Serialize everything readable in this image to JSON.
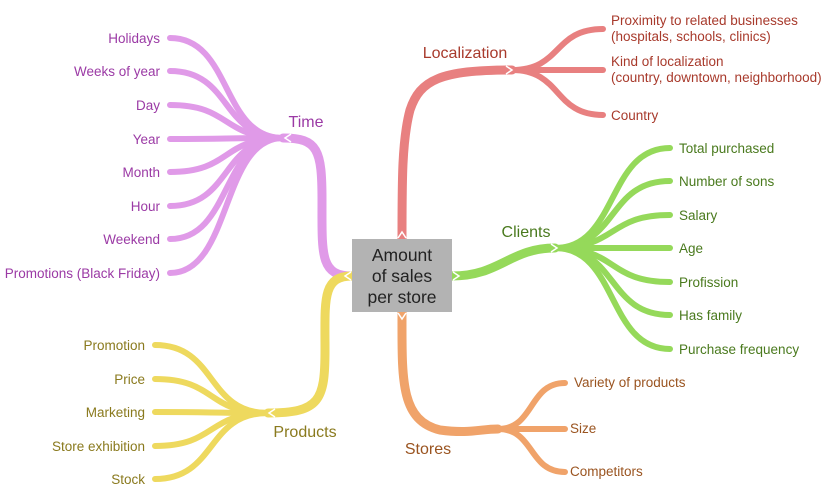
{
  "center": {
    "lines": [
      "Amount",
      "of sales",
      "per store"
    ],
    "box_color": "#b3b3b3"
  },
  "branches": {
    "time": {
      "label": "Time",
      "color": "#e09ae8",
      "text_color": "#9b3aa5",
      "leaves": [
        "Holidays",
        "Weeks of year",
        "Day",
        "Year",
        "Month",
        "Hour",
        "Weekend",
        "Promotions (Black Friday)"
      ]
    },
    "products": {
      "label": "Products",
      "color": "#eed95e",
      "text_color": "#8a7a1e",
      "leaves": [
        "Promotion",
        "Price",
        "Marketing",
        "Store exhibition",
        "Stock"
      ]
    },
    "localization": {
      "label": "Localization",
      "color": "#e88080",
      "text_color": "#a83a2c",
      "leaves": [
        [
          "Proximity to related businesses",
          "(hospitals, schools, clinics)"
        ],
        [
          "Kind of localization",
          "(country, downtown, neighborhood)"
        ],
        [
          "Country"
        ]
      ]
    },
    "clients": {
      "label": "Clients",
      "color": "#95d95a",
      "text_color": "#4a7a1e",
      "leaves": [
        "Total purchased",
        "Number of sons",
        "Salary",
        "Age",
        "Profission",
        "Has family",
        "Purchase frequency"
      ]
    },
    "stores": {
      "label": "Stores",
      "color": "#f0a36a",
      "text_color": "#9a5420",
      "leaves": [
        "Variety of products",
        "Size",
        "Competitors"
      ]
    }
  }
}
